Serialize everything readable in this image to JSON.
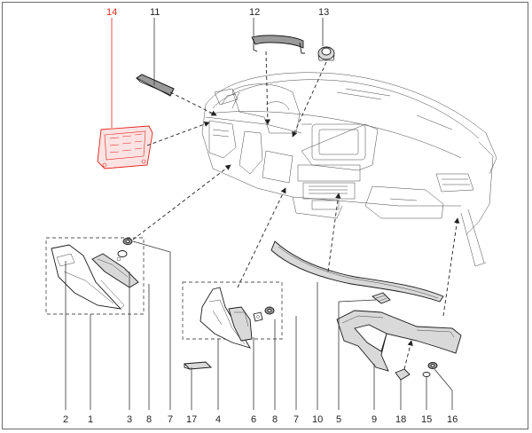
{
  "diagram": {
    "highlight_color": "#e2231a",
    "callouts": [
      {
        "id": "c14",
        "text": "14",
        "highlighted": true
      },
      {
        "id": "c11",
        "text": "11"
      },
      {
        "id": "c12",
        "text": "12"
      },
      {
        "id": "c13",
        "text": "13"
      },
      {
        "id": "c2",
        "text": "2"
      },
      {
        "id": "c1",
        "text": "1"
      },
      {
        "id": "c3",
        "text": "3"
      },
      {
        "id": "c8a",
        "text": "8"
      },
      {
        "id": "c7a",
        "text": "7"
      },
      {
        "id": "c17",
        "text": "17"
      },
      {
        "id": "c4",
        "text": "4"
      },
      {
        "id": "c6",
        "text": "6"
      },
      {
        "id": "c8b",
        "text": "8"
      },
      {
        "id": "c7b",
        "text": "7"
      },
      {
        "id": "c10",
        "text": "10"
      },
      {
        "id": "c5",
        "text": "5"
      },
      {
        "id": "c9",
        "text": "9"
      },
      {
        "id": "c18",
        "text": "18"
      },
      {
        "id": "c15",
        "text": "15"
      },
      {
        "id": "c16",
        "text": "16"
      }
    ]
  }
}
